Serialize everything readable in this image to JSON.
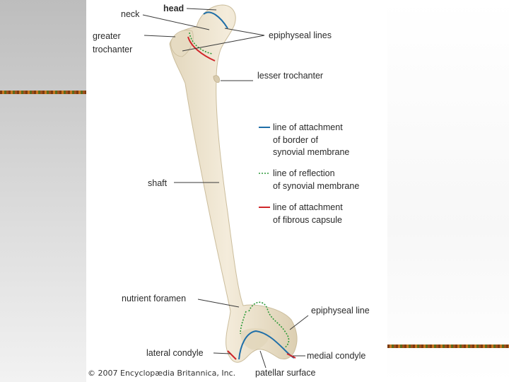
{
  "labels": {
    "head": "head",
    "neck": "neck",
    "greater_trochanter_1": "greater",
    "greater_trochanter_2": "trochanter",
    "epiphyseal_lines": "epiphyseal lines",
    "lesser_trochanter": "lesser trochanter",
    "shaft": "shaft",
    "nutrient_foramen": "nutrient foramen",
    "epiphyseal_line": "epiphyseal line",
    "lateral_condyle": "lateral condyle",
    "medial_condyle": "medial condyle",
    "patellar_surface": "patellar surface"
  },
  "legend": {
    "items": [
      {
        "color": "#1f6fa8",
        "style": "solid",
        "lines": [
          "line of attachment",
          "of border of",
          "synovial membrane"
        ]
      },
      {
        "color": "#2e9a3a",
        "style": "dotted",
        "lines": [
          "line of reflection",
          "of synovial membrane"
        ]
      },
      {
        "color": "#d0262a",
        "style": "solid",
        "lines": [
          "line of attachment",
          "of fibrous capsule"
        ]
      }
    ]
  },
  "copyright": "© 2007 Encyclopædia Britannica, Inc.",
  "colors": {
    "bone_fill": "#efe6d2",
    "bone_shade": "#d9ccb0",
    "synovial_border": "#1f6fa8",
    "synovial_reflection": "#2e9a3a",
    "fibrous_capsule": "#d0262a"
  }
}
